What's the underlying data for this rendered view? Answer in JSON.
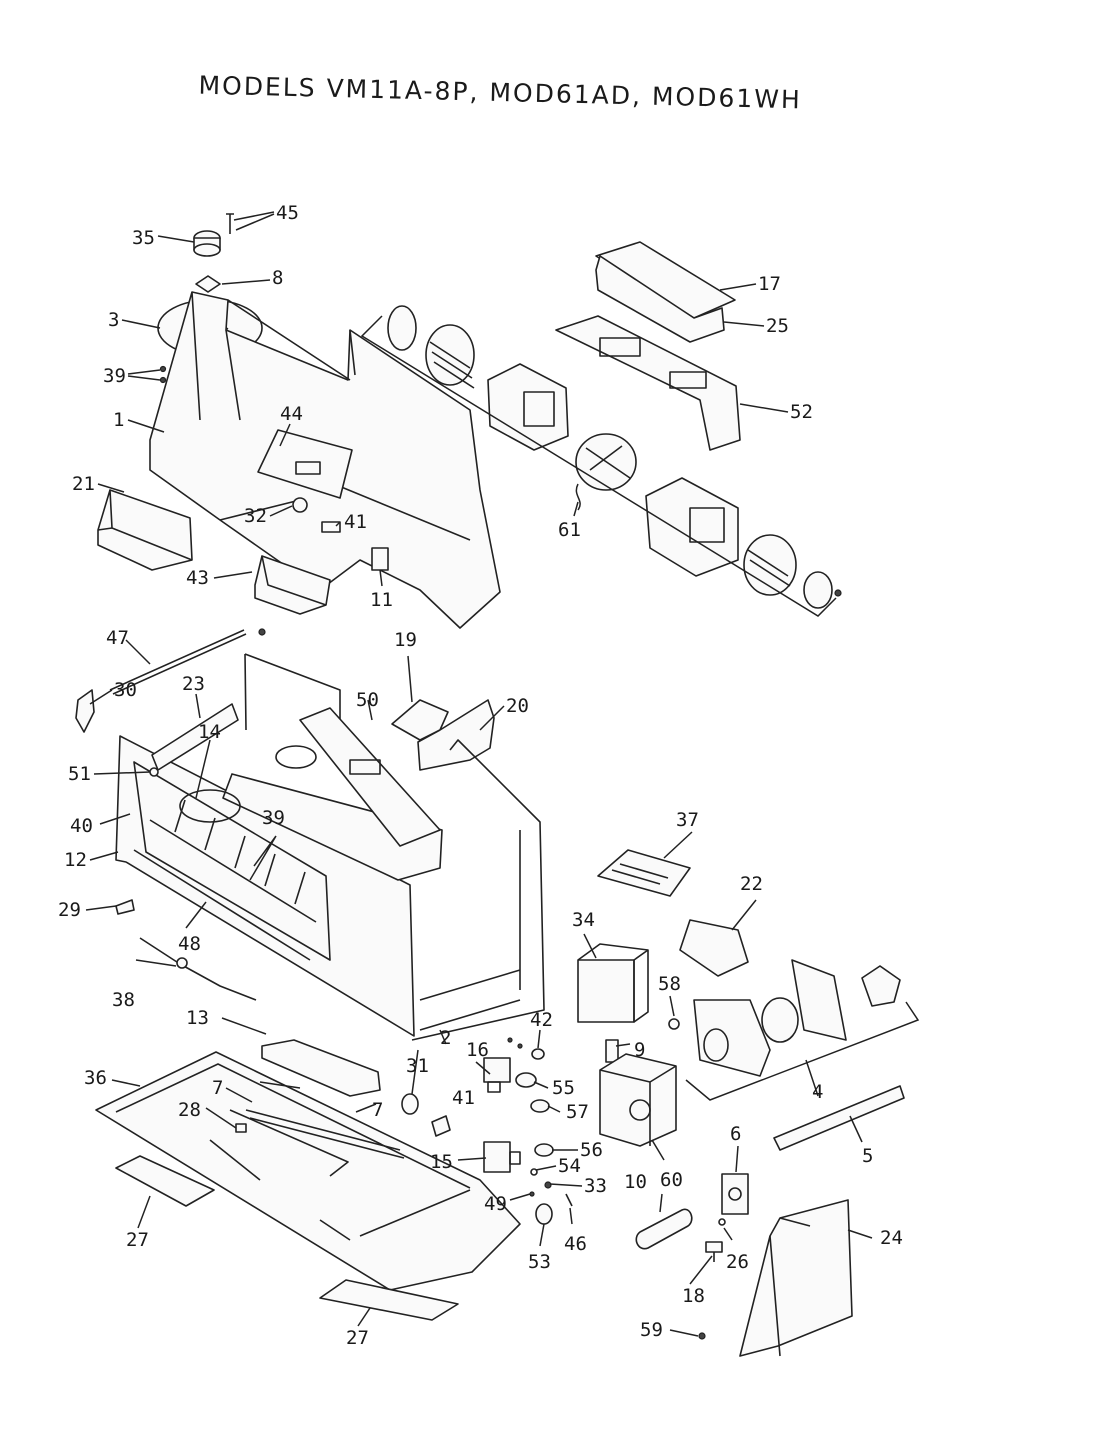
{
  "title": "MODELS VM11A-8P, MOD61AD, MOD61WH",
  "callouts": {
    "c1": "1",
    "c2": "2",
    "c3": "3",
    "c4": "4",
    "c5": "5",
    "c6": "6",
    "c7a": "7",
    "c7b": "7",
    "c8": "8",
    "c9": "9",
    "c10": "10",
    "c11": "11",
    "c12": "12",
    "c13": "13",
    "c14": "14",
    "c15": "15",
    "c16": "16",
    "c17": "17",
    "c18": "18",
    "c19": "19",
    "c20": "20",
    "c21": "21",
    "c22": "22",
    "c23": "23",
    "c24": "24",
    "c25": "25",
    "c26": "26",
    "c27a": "27",
    "c27b": "27",
    "c28": "28",
    "c29": "29",
    "c30": "30",
    "c31": "31",
    "c32": "32",
    "c33": "33",
    "c34": "34",
    "c35": "35",
    "c36": "36",
    "c37": "37",
    "c38": "38",
    "c39a": "39",
    "c39b": "39",
    "c40": "40",
    "c41a": "41",
    "c41b": "41",
    "c42": "42",
    "c43": "43",
    "c44": "44",
    "c45": "45",
    "c46": "46",
    "c47": "47",
    "c48": "48",
    "c49": "49",
    "c50": "50",
    "c51": "51",
    "c52": "52",
    "c53": "53",
    "c54": "54",
    "c55": "55",
    "c56": "56",
    "c57": "57",
    "c58": "58",
    "c59": "59",
    "c60": "60",
    "c61": "61"
  }
}
